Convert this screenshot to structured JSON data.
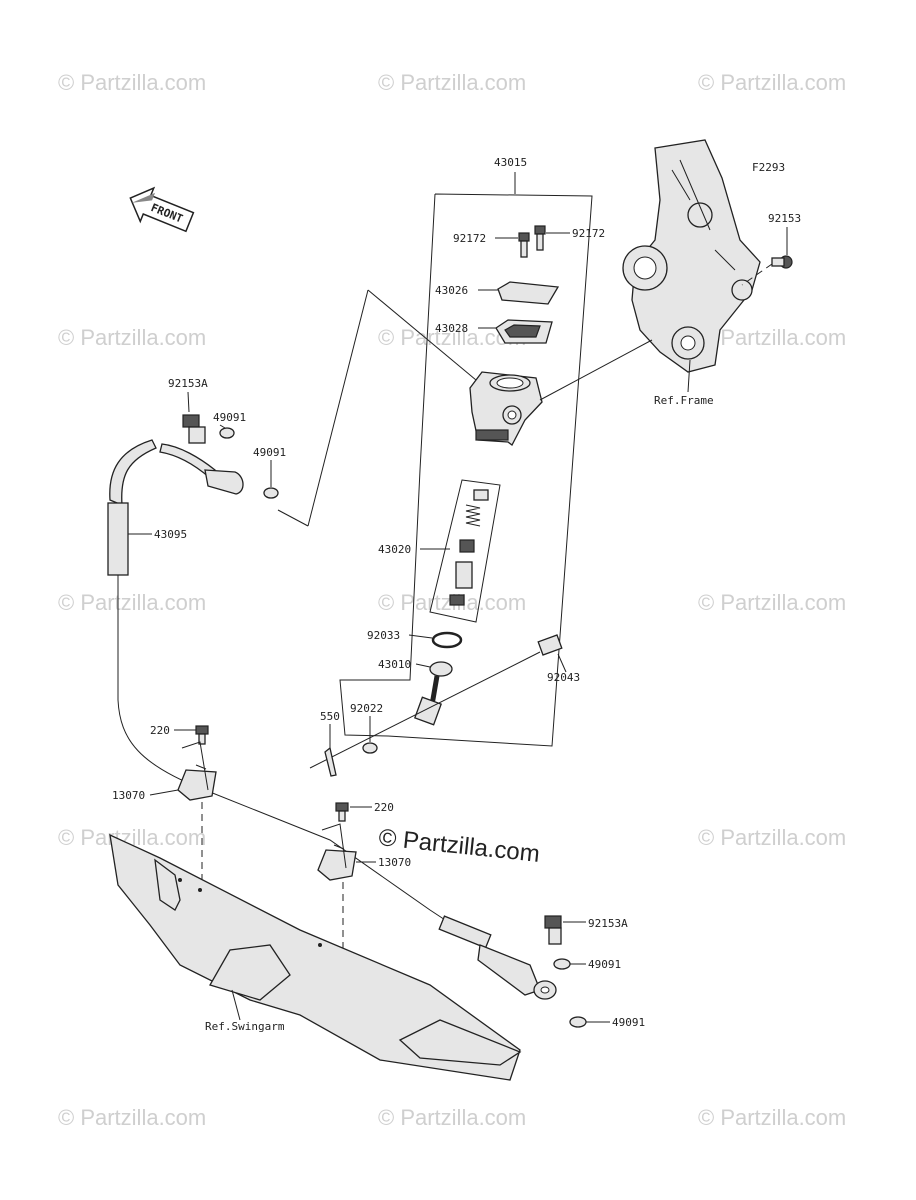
{
  "watermark_text": "© Partzilla.com",
  "figure_code": "F2293",
  "front_badge": "FRONT",
  "refs": {
    "frame": "Ref.Frame",
    "swingarm": "Ref.Swingarm"
  },
  "parts": {
    "p43015": "43015",
    "p92172a": "92172",
    "p92172b": "92172",
    "p43026": "43026",
    "p43028": "43028",
    "p92153": "92153",
    "p92153A_top": "92153A",
    "p49091_a": "49091",
    "p49091_b": "49091",
    "p43095": "43095",
    "p43020": "43020",
    "p92033": "92033",
    "p43010": "43010",
    "p92043": "92043",
    "p550": "550",
    "p92022": "92022",
    "p220_a": "220",
    "p13070_a": "13070",
    "p220_b": "220",
    "p13070_b": "13070",
    "p92153A_bottom": "92153A",
    "p49091_c": "49091",
    "p49091_d": "49091"
  }
}
